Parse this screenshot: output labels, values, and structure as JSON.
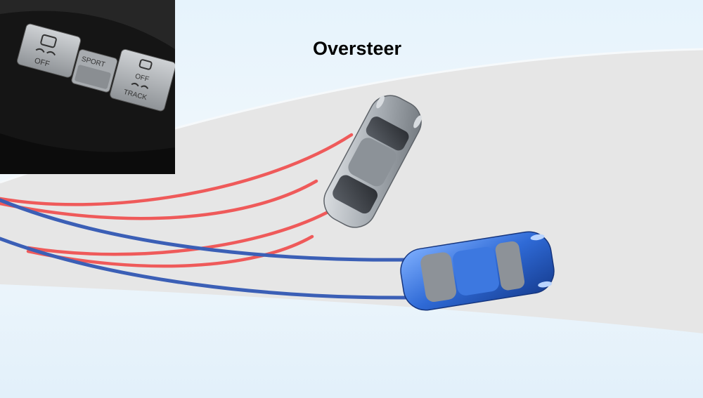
{
  "title": "Oversteer",
  "console_buttons": {
    "left_label": "OFF",
    "center_label": "SPORT",
    "right_label_1": "OFF",
    "right_label_2": "TRACK"
  },
  "colors": {
    "background_top": "#e3f1fb",
    "road": "#e6e6e6",
    "road_edge": "#f4f8fb",
    "oversteer_track": "#ef5a5a",
    "normal_track": "#3b5fb6",
    "car_oversteer": "#9aa0a6",
    "car_normal": "#2d63c8"
  },
  "icons": [
    "traction-control-icon",
    "vsc-track-icon"
  ]
}
